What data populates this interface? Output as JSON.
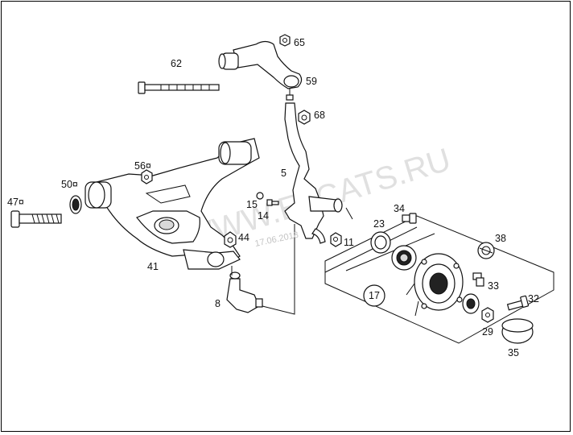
{
  "watermark": "WWW.ELCATS.RU",
  "date_stamp": "17.06.2018",
  "callouts": [
    {
      "id": "c62",
      "text": "62"
    },
    {
      "id": "c65",
      "text": "65"
    },
    {
      "id": "c59",
      "text": "59"
    },
    {
      "id": "c68",
      "text": "68"
    },
    {
      "id": "c56",
      "text": "56¤"
    },
    {
      "id": "c5",
      "text": "5"
    },
    {
      "id": "c50",
      "text": "50¤"
    },
    {
      "id": "c47",
      "text": "47¤"
    },
    {
      "id": "c15",
      "text": "15"
    },
    {
      "id": "c14",
      "text": "14"
    },
    {
      "id": "c44",
      "text": "44"
    },
    {
      "id": "c41",
      "text": "41"
    },
    {
      "id": "c8",
      "text": "8"
    },
    {
      "id": "c34",
      "text": "34"
    },
    {
      "id": "c23",
      "text": "23"
    },
    {
      "id": "c11",
      "text": "11"
    },
    {
      "id": "c38",
      "text": "38"
    },
    {
      "id": "c33",
      "text": "33"
    },
    {
      "id": "c17",
      "text": "17"
    },
    {
      "id": "c32",
      "text": "32"
    },
    {
      "id": "c29",
      "text": "29"
    },
    {
      "id": "c35",
      "text": "35"
    }
  ]
}
